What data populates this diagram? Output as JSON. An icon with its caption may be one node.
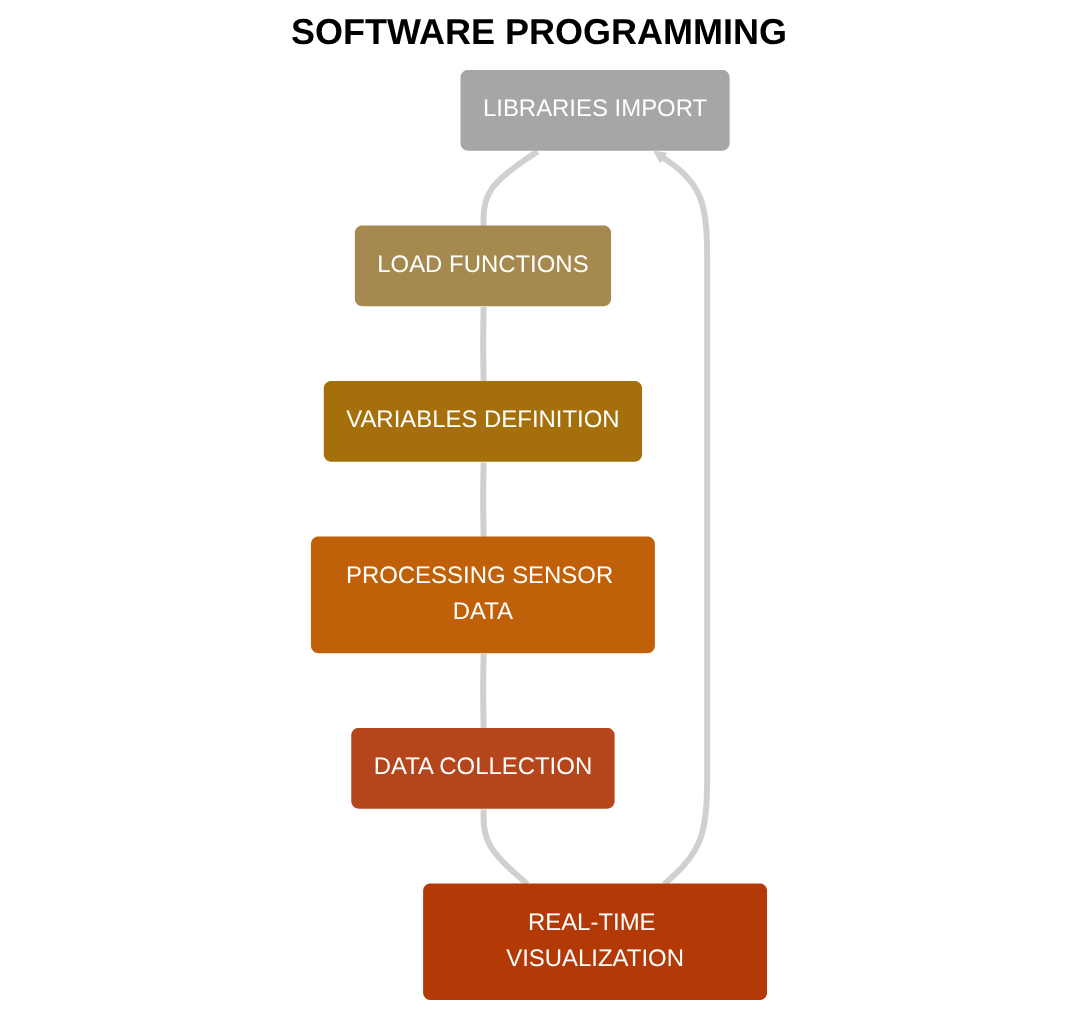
{
  "diagram": {
    "nodes": [
      {
        "text": [
          "LIBRARIES IMPORT"
        ]
      },
      {
        "text": [
          "LOAD FUNCTIONS"
        ]
      },
      {
        "text": [
          "VARIABLES DEFINITION"
        ]
      },
      {
        "text": [
          "PROCESSING SENSOR DATA"
        ]
      },
      {
        "text": [
          "DATA COLLECTION"
        ]
      },
      {
        "text": [
          "REAL-TIME VISUALIZATION"
        ]
      }
    ],
    "edges": [
      {
        "from": 0,
        "to": 1,
        "arrow": "none"
      },
      {
        "from": 1,
        "to": 2,
        "arrow": "none"
      },
      {
        "from": 2,
        "to": 3,
        "arrow": "none"
      },
      {
        "from": 3,
        "to": 4,
        "arrow": "none"
      },
      {
        "from": 4,
        "to": 5,
        "arrow": "none"
      },
      {
        "from": 5,
        "to": 0,
        "arrow": "to"
      }
    ],
    "labels": [
      "SOFTWARE PROGRAMMING"
    ]
  }
}
